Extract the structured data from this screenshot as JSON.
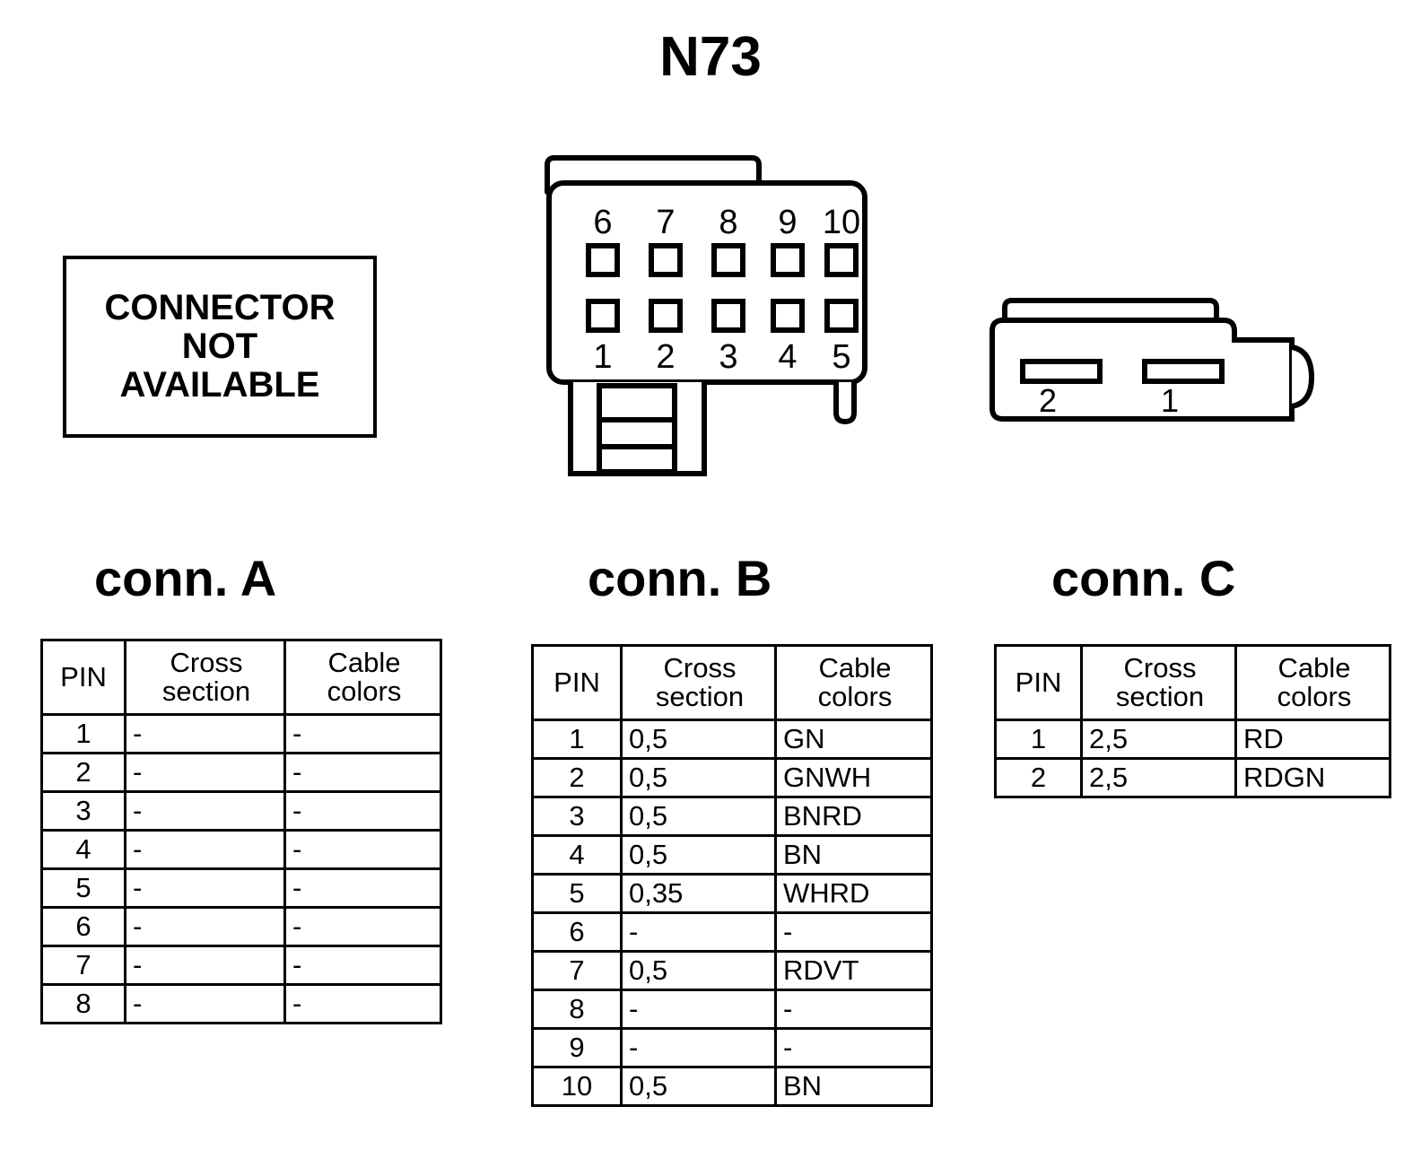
{
  "title": "N73",
  "not_available_box": {
    "lines": [
      "CONNECTOR",
      "NOT",
      "AVAILABLE"
    ]
  },
  "connector_b_drawing": {
    "top_pin_labels": [
      "6",
      "7",
      "8",
      "9",
      "10"
    ],
    "bottom_pin_labels": [
      "1",
      "2",
      "3",
      "4",
      "5"
    ]
  },
  "connector_c_drawing": {
    "pin_labels": [
      "2",
      "1"
    ]
  },
  "headings": {
    "conn_a": "conn. A",
    "conn_b": "conn. B",
    "conn_c": "conn. C"
  },
  "table_headers": {
    "pin": "PIN",
    "cross_section": "Cross\nsection",
    "cable_colors": "Cable\ncolors"
  },
  "tables": {
    "conn_a": {
      "rows": [
        {
          "pin": "1",
          "cross_section": "-",
          "cable_colors": "-"
        },
        {
          "pin": "2",
          "cross_section": "-",
          "cable_colors": "-"
        },
        {
          "pin": "3",
          "cross_section": "-",
          "cable_colors": "-"
        },
        {
          "pin": "4",
          "cross_section": "-",
          "cable_colors": "-"
        },
        {
          "pin": "5",
          "cross_section": "-",
          "cable_colors": "-"
        },
        {
          "pin": "6",
          "cross_section": "-",
          "cable_colors": "-"
        },
        {
          "pin": "7",
          "cross_section": "-",
          "cable_colors": "-"
        },
        {
          "pin": "8",
          "cross_section": "-",
          "cable_colors": "-"
        }
      ]
    },
    "conn_b": {
      "rows": [
        {
          "pin": "1",
          "cross_section": "0,5",
          "cable_colors": "GN"
        },
        {
          "pin": "2",
          "cross_section": "0,5",
          "cable_colors": "GNWH"
        },
        {
          "pin": "3",
          "cross_section": "0,5",
          "cable_colors": "BNRD"
        },
        {
          "pin": "4",
          "cross_section": "0,5",
          "cable_colors": "BN"
        },
        {
          "pin": "5",
          "cross_section": "0,35",
          "cable_colors": "WHRD"
        },
        {
          "pin": "6",
          "cross_section": "-",
          "cable_colors": "-"
        },
        {
          "pin": "7",
          "cross_section": "0,5",
          "cable_colors": "RDVT"
        },
        {
          "pin": "8",
          "cross_section": "-",
          "cable_colors": "-"
        },
        {
          "pin": "9",
          "cross_section": "-",
          "cable_colors": "-"
        },
        {
          "pin": "10",
          "cross_section": "0,5",
          "cable_colors": "BN"
        }
      ]
    },
    "conn_c": {
      "rows": [
        {
          "pin": "1",
          "cross_section": "2,5",
          "cable_colors": "RD"
        },
        {
          "pin": "2",
          "cross_section": "2,5",
          "cable_colors": "RDGN"
        }
      ]
    }
  },
  "colors": {
    "ink": "#000000",
    "background": "#ffffff"
  }
}
